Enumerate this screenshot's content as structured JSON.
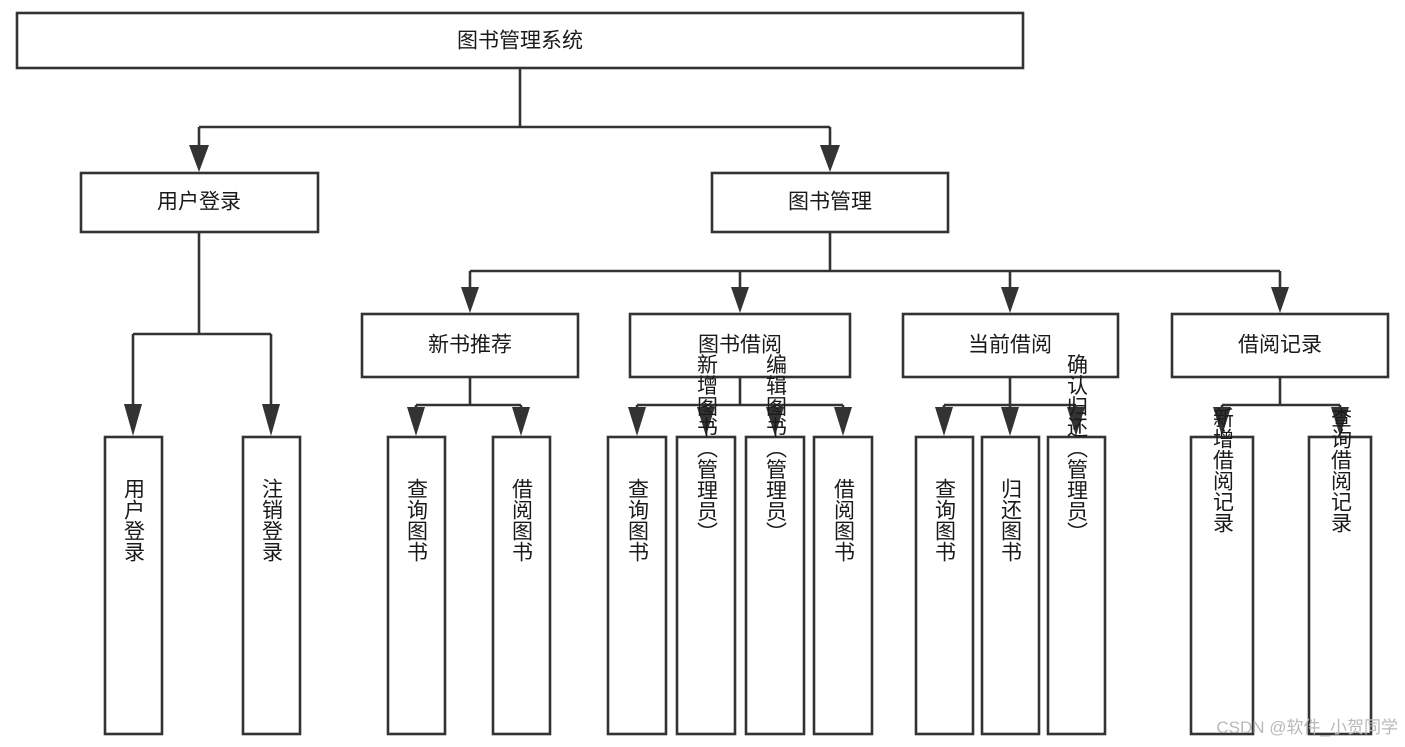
{
  "diagram": {
    "title": "图书管理系统",
    "type": "tree-hierarchy",
    "root": {
      "id": "root",
      "label": "图书管理系统"
    },
    "level2": [
      {
        "id": "user-login",
        "label": "用户登录"
      },
      {
        "id": "book-manage",
        "label": "图书管理"
      }
    ],
    "level3": [
      {
        "id": "new-book-recommend",
        "label": "新书推荐",
        "parent": "book-manage"
      },
      {
        "id": "book-borrow",
        "label": "图书借阅",
        "parent": "book-manage"
      },
      {
        "id": "current-borrow",
        "label": "当前借阅",
        "parent": "book-manage"
      },
      {
        "id": "borrow-record",
        "label": "借阅记录",
        "parent": "book-manage"
      }
    ],
    "leaves": {
      "user-login": [
        {
          "id": "leaf-user-login",
          "label": "用户登录"
        },
        {
          "id": "leaf-logout",
          "label": "注销登录"
        }
      ],
      "new-book-recommend": [
        {
          "id": "leaf-query-book-1",
          "label": "查询图书"
        },
        {
          "id": "leaf-borrow-book-1",
          "label": "借阅图书"
        }
      ],
      "book-borrow": [
        {
          "id": "leaf-query-book-2",
          "label": "查询图书"
        },
        {
          "id": "leaf-add-book",
          "label": "新增图书（管理员）"
        },
        {
          "id": "leaf-edit-book",
          "label": "编辑图书（管理员）"
        },
        {
          "id": "leaf-borrow-book-2",
          "label": "借阅图书"
        }
      ],
      "current-borrow": [
        {
          "id": "leaf-query-book-3",
          "label": "查询图书"
        },
        {
          "id": "leaf-return-book",
          "label": "归还图书"
        },
        {
          "id": "leaf-confirm-return",
          "label": "确认归还（管理员）"
        }
      ],
      "borrow-record": [
        {
          "id": "leaf-add-record",
          "label": "新增借阅记录"
        },
        {
          "id": "leaf-query-record",
          "label": "查询借阅记录"
        }
      ]
    },
    "colors": {
      "stroke": "#333333",
      "fill": "#ffffff",
      "text": "#1a1a1a",
      "watermark": "#b9b9b9"
    }
  },
  "watermark": {
    "text": "CSDN @软件_小贺同学"
  }
}
